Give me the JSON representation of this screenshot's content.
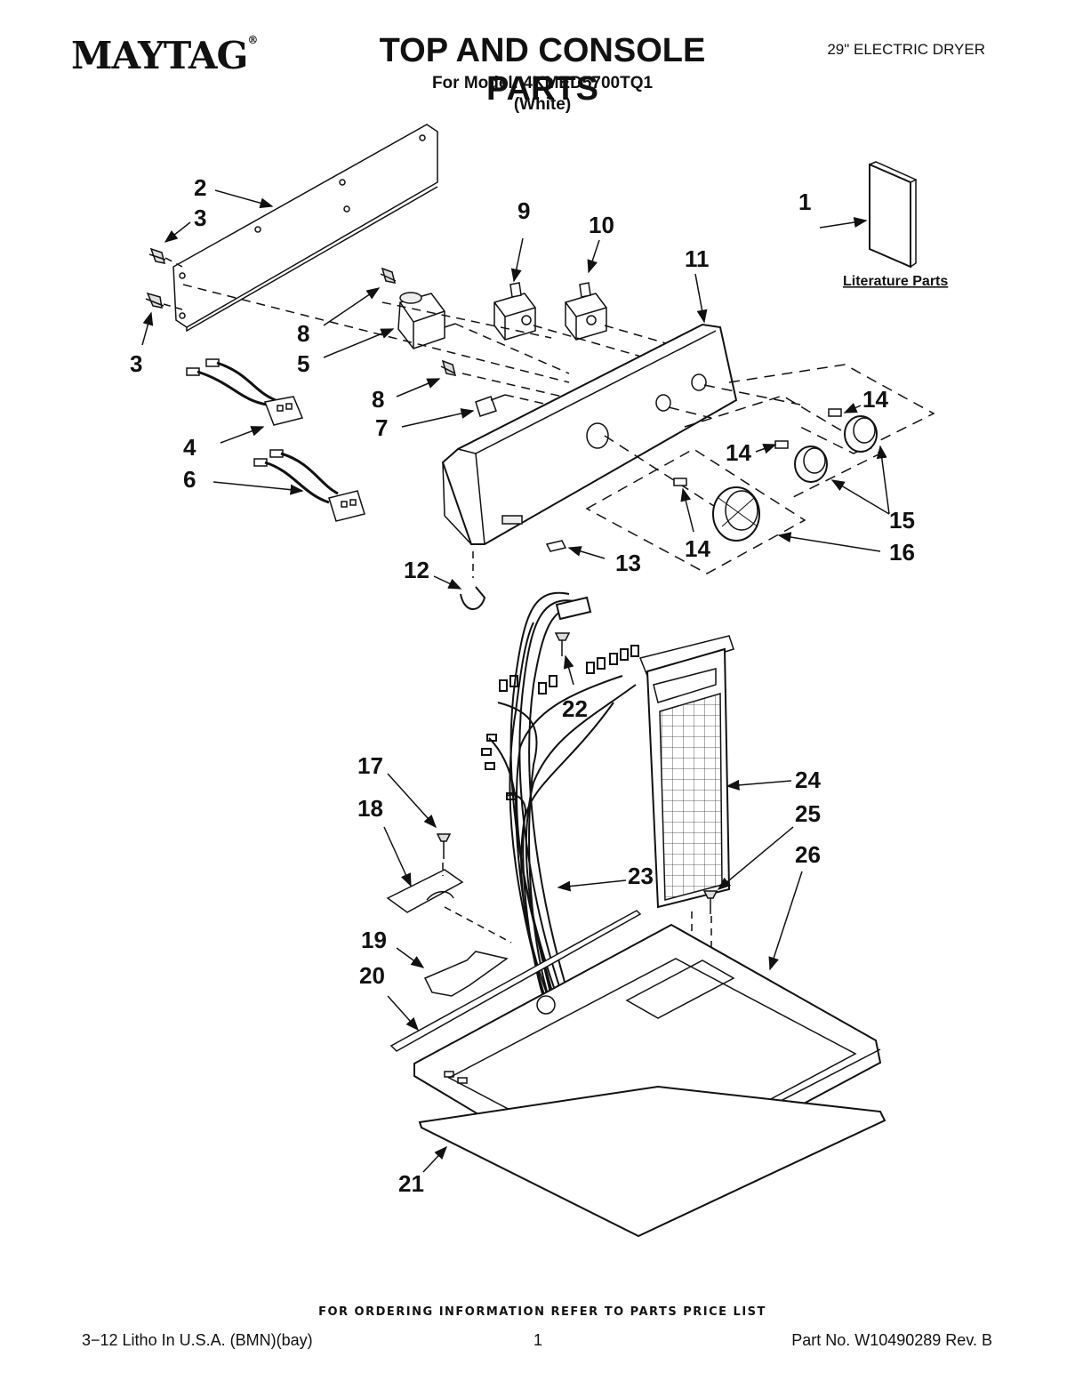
{
  "header": {
    "brand": "MAYTAG",
    "brand_mark": "®",
    "title": "TOP AND CONSOLE PARTS",
    "model_line": "For Model: 4KMED5700TQ1",
    "color_line": "(White)",
    "product": "29\" ELECTRIC DRYER"
  },
  "diagram": {
    "literature_label": "Literature Parts",
    "callouts": {
      "c1": "1",
      "c2": "2",
      "c3a": "3",
      "c3b": "3",
      "c4": "4",
      "c5": "5",
      "c6": "6",
      "c7": "7",
      "c8a": "8",
      "c8b": "8",
      "c9": "9",
      "c10": "10",
      "c11": "11",
      "c12": "12",
      "c13": "13",
      "c14a": "14",
      "c14b": "14",
      "c14c": "14",
      "c15": "15",
      "c16": "16",
      "c17": "17",
      "c18": "18",
      "c19": "19",
      "c20": "20",
      "c21": "21",
      "c22": "22",
      "c23": "23",
      "c24": "24",
      "c25": "25",
      "c26": "26"
    }
  },
  "footer": {
    "ordering_note": "FOR ORDERING INFORMATION REFER TO PARTS PRICE LIST",
    "litho": "3−12 Litho In U.S.A. (BMN)(bay)",
    "page_number": "1",
    "part_number": "Part No. W10490289 Rev. B"
  }
}
